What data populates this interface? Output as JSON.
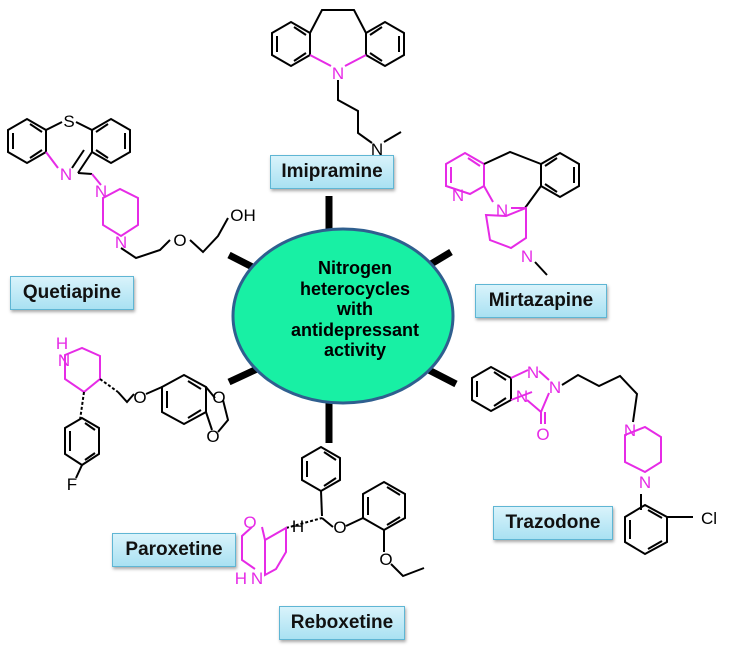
{
  "center": {
    "lines": [
      "Nitrogen",
      "heterocycles",
      "with",
      "antidepressant",
      "activity"
    ],
    "fill": "#18f0a4",
    "stroke": "#2f5f8f"
  },
  "drugs": {
    "imipramine": {
      "label": "Imipramine",
      "atoms": [
        "N",
        "N"
      ]
    },
    "quetiapine": {
      "label": "Quetiapine",
      "atoms": [
        "S",
        "N",
        "N",
        "N",
        "O",
        "OH"
      ]
    },
    "mirtazapine": {
      "label": "Mirtazapine",
      "atoms": [
        "N",
        "N",
        "N"
      ]
    },
    "paroxetine": {
      "label": "Paroxetine",
      "atoms": [
        "H",
        "N",
        "O",
        "O",
        "O",
        "F"
      ]
    },
    "trazodone": {
      "label": "Trazodone",
      "atoms": [
        "N",
        "N",
        "N",
        "O",
        "N",
        "N",
        "Cl"
      ]
    },
    "reboxetine": {
      "label": "Reboxetine",
      "atoms": [
        "H",
        "O",
        "N",
        "H",
        "O",
        "O"
      ]
    }
  },
  "colors": {
    "heterocycle": "#e62be6",
    "bond": "#000000",
    "label_fill": "#b9e7f5"
  }
}
